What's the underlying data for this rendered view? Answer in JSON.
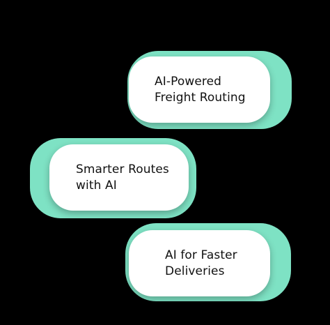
{
  "colors": {
    "background": "#000000",
    "backdrop": "#7ee2c4",
    "panel": "#ffffff",
    "text": "#111111"
  },
  "cards": [
    {
      "lines": [
        "AI-Powered",
        "Freight Routing"
      ]
    },
    {
      "lines": [
        "Smarter Routes",
        "with AI"
      ]
    },
    {
      "lines": [
        "AI for Faster",
        "Deliveries"
      ]
    }
  ]
}
